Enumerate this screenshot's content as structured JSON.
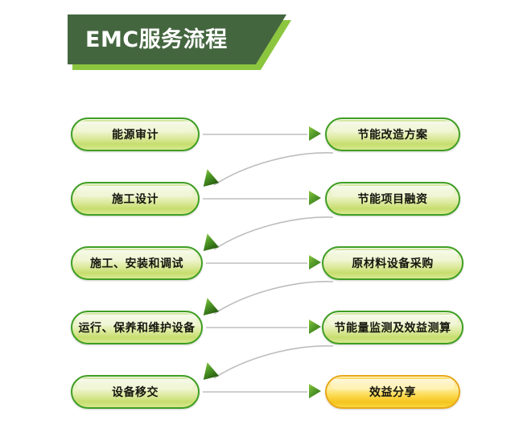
{
  "title": {
    "text": "EMC服务流程",
    "banner_color": "#44663f",
    "banner_accent_color": "#8cc63f",
    "text_color": "#ffffff"
  },
  "colors": {
    "node_green_border": "#3f9e23",
    "node_green_fill": "#dcea9e",
    "node_gold_border": "#e8a819",
    "node_gold_fill": "#fcd94f",
    "arrow_green": "#2f6b14",
    "connector_line": "#cfcfcf"
  },
  "flow": {
    "rows": [
      {
        "left": {
          "label": "能源审计",
          "style": "green"
        },
        "right": {
          "label": "节能改造方案",
          "style": "green"
        },
        "forward_arrow": "arrow-right-icon",
        "return_arrow": "arrow-return-up-left-icon"
      },
      {
        "left": {
          "label": "施工设计",
          "style": "green"
        },
        "right": {
          "label": "节能项目融资",
          "style": "green"
        },
        "forward_arrow": "arrow-right-icon",
        "return_arrow": "arrow-return-up-left-icon"
      },
      {
        "left": {
          "label": "施工、安装和调试",
          "style": "green"
        },
        "right": {
          "label": "原材料设备采购",
          "style": "green"
        },
        "forward_arrow": "arrow-right-icon",
        "return_arrow": "arrow-return-up-left-icon"
      },
      {
        "left": {
          "label": "运行、保养和维护设备",
          "style": "green"
        },
        "right": {
          "label": "节能量监测及效益测算",
          "style": "green"
        },
        "forward_arrow": "arrow-right-icon",
        "return_arrow": "arrow-return-up-left-icon"
      },
      {
        "left": {
          "label": "设备移交",
          "style": "green"
        },
        "right": {
          "label": "效益分享",
          "style": "gold"
        },
        "forward_arrow": "arrow-right-icon",
        "return_arrow": null
      }
    ]
  }
}
